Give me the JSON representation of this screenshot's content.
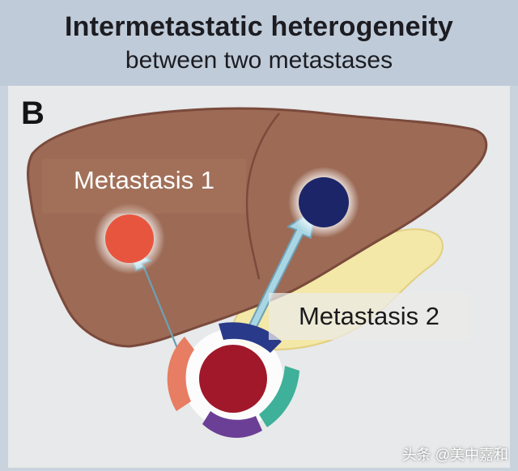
{
  "header": {
    "title": "Intermetastatic heterogeneity",
    "subtitle": "between two metastases"
  },
  "panel": {
    "letter": "B"
  },
  "labels": {
    "metastasis_1": "Metastasis 1",
    "metastasis_2": "Metastasis 2"
  },
  "watermark": "头条 @美中嘉和",
  "colors": {
    "liver": "#9c6a55",
    "liver_outline": "#7a4a3c",
    "pancreas": "#f3e8a8",
    "metastasis_1": "#e8553f",
    "metastasis_2": "#1d2569",
    "primary_tumor": "#a0182a",
    "arrow": "#a9d6e4",
    "segment_salmon": "#e77d62",
    "segment_navy": "#2a3a8a",
    "segment_teal": "#3fb09a",
    "segment_purple": "#6b3f96"
  }
}
